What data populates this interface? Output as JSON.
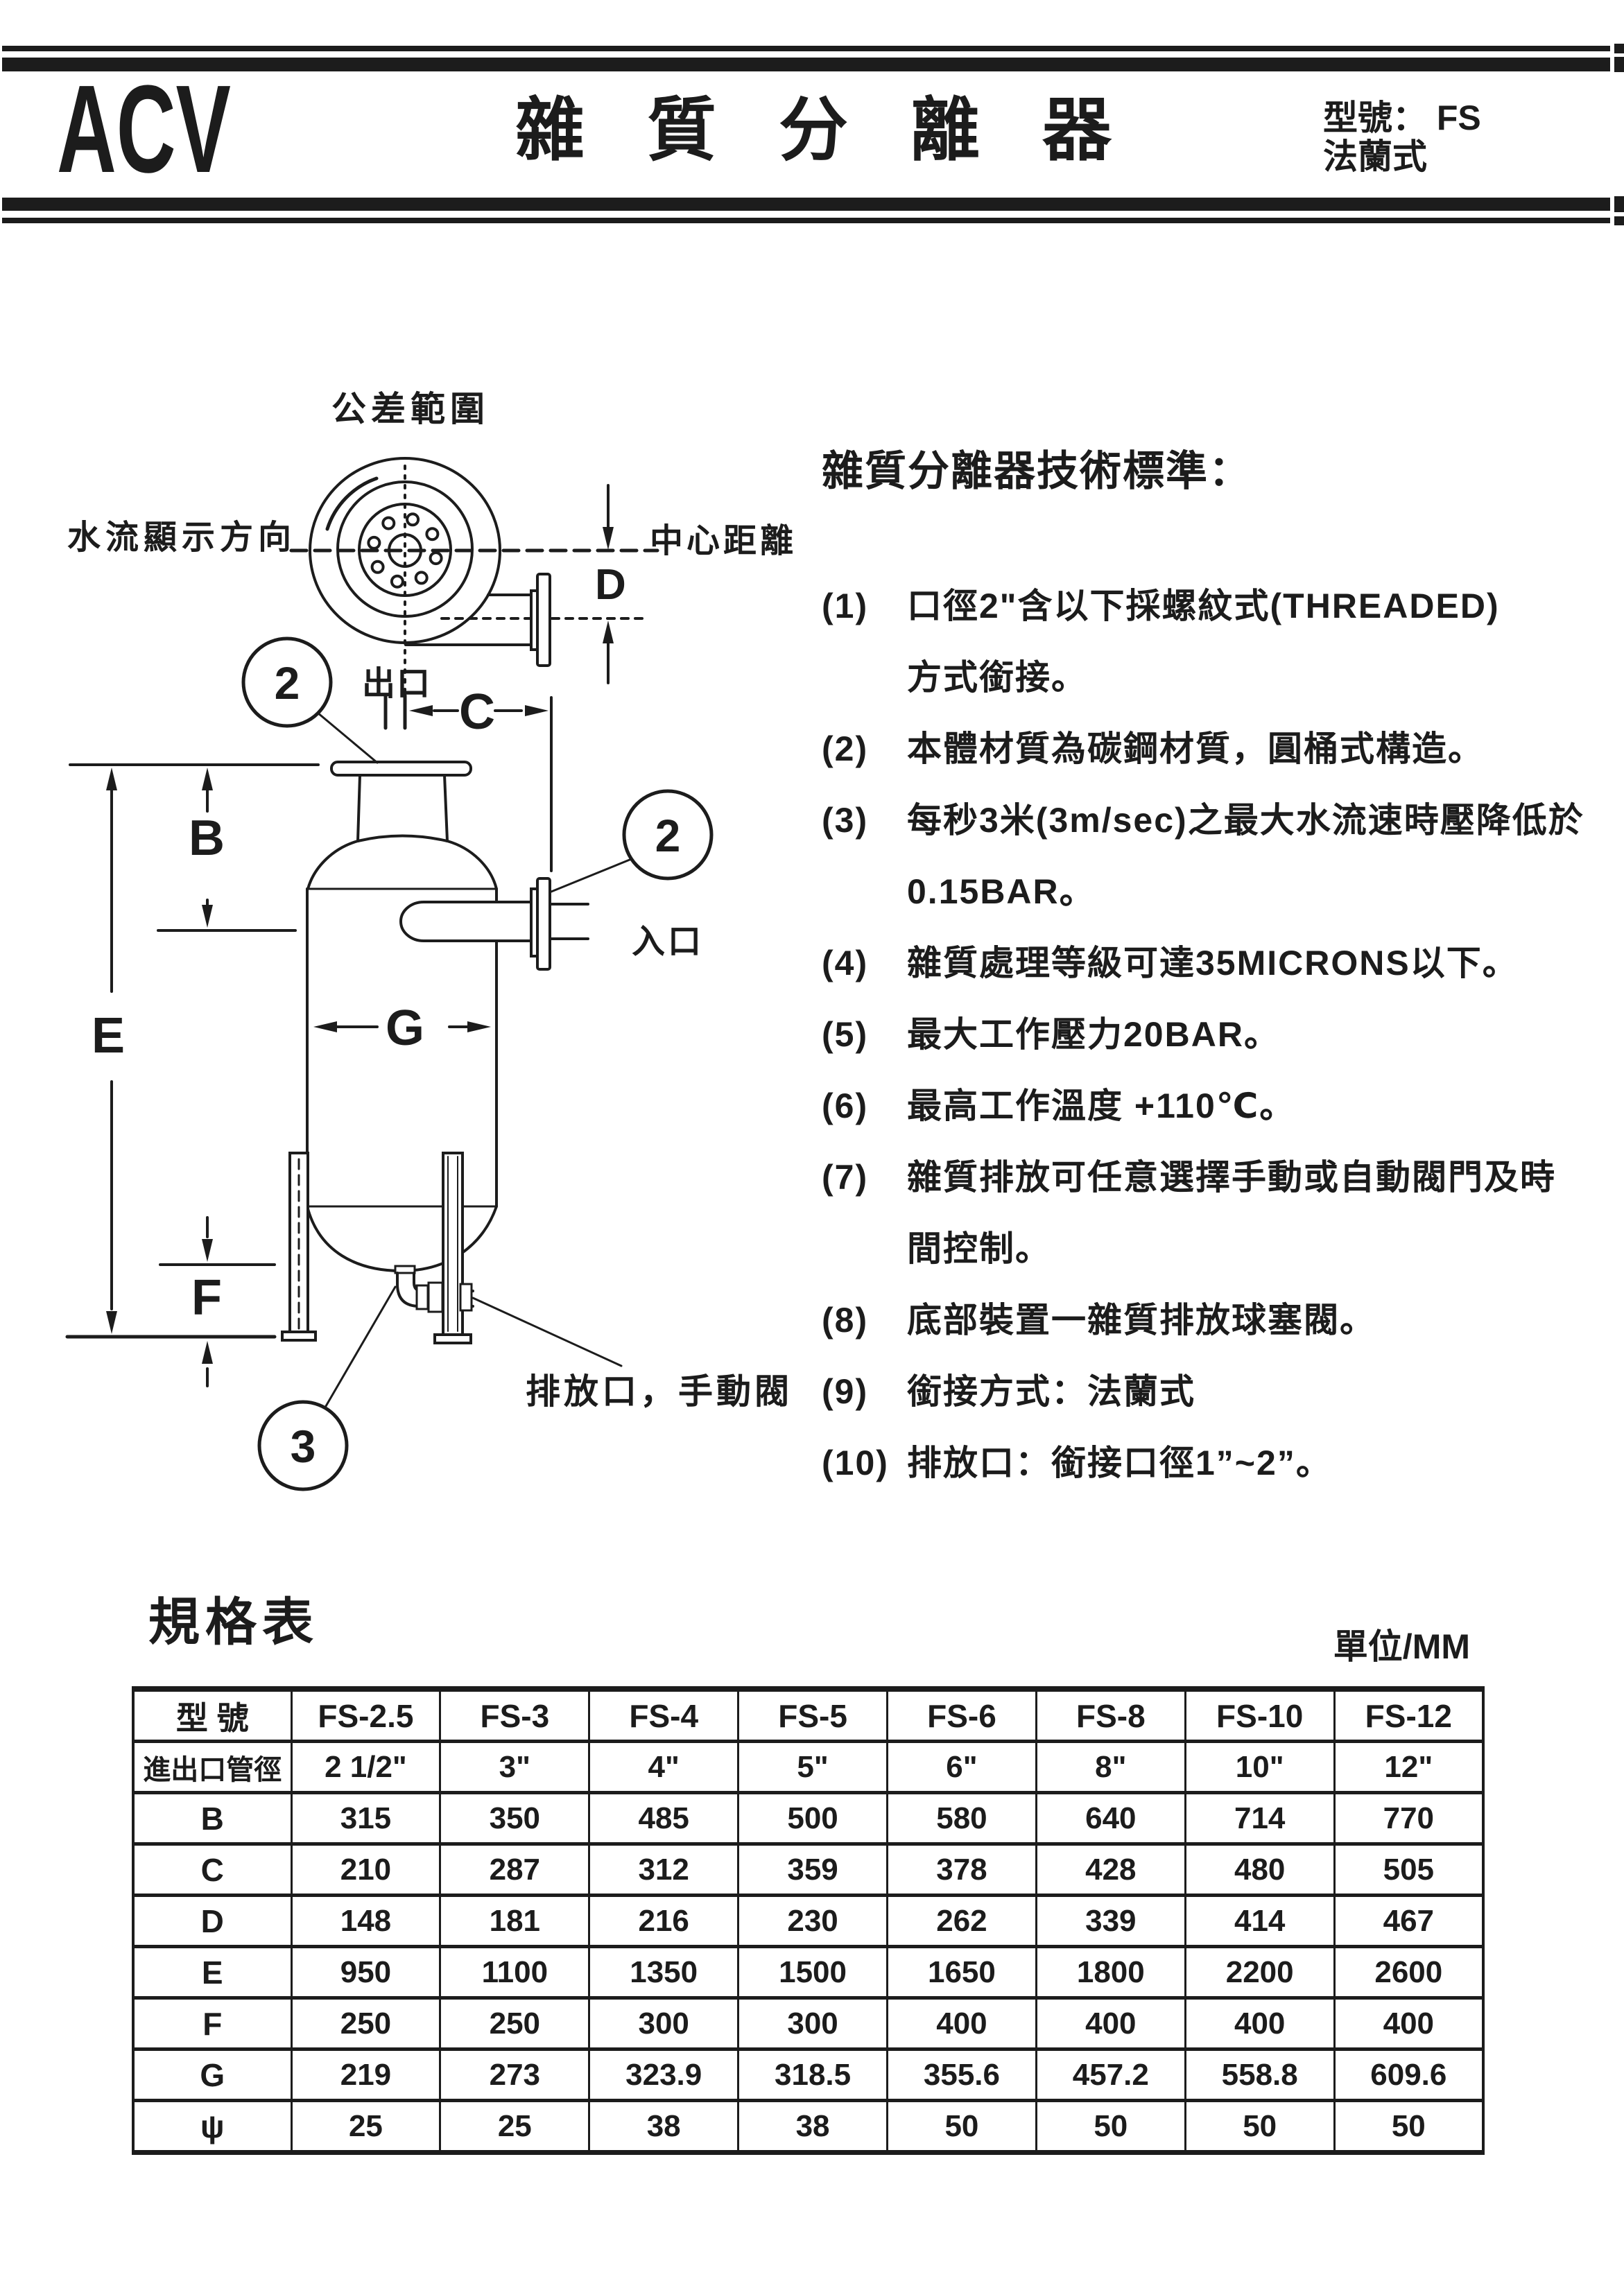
{
  "header": {
    "logo": "ACV",
    "title": "雜質分離器",
    "model_label": "型號： FS",
    "type_label": "法蘭式"
  },
  "diagram": {
    "labels": {
      "tolerance": "公差範圍",
      "flow_direction": "水流顯示方向",
      "center_distance": "中心距離",
      "outlet": "出口",
      "inlet": "入口",
      "drain": "排放口，手動閥",
      "dim_b": "B",
      "dim_c": "C",
      "dim_d": "D",
      "dim_e": "E",
      "dim_f": "F",
      "dim_g": "G",
      "balloon_2": "2",
      "balloon_3": "3"
    }
  },
  "specs": {
    "title": "雜質分離器技術標準：",
    "items": [
      {
        "num": "(1)",
        "lines": [
          "口徑2\"含以下採螺紋式(THREADED)",
          "方式銜接。"
        ]
      },
      {
        "num": "(2)",
        "lines": [
          "本體材質為碳鋼材質，圓桶式構造。"
        ]
      },
      {
        "num": "(3)",
        "lines": [
          "每秒3米(3m/sec)之最大水流速時壓降低於",
          "0.15BAR。"
        ]
      },
      {
        "num": "(4)",
        "lines": [
          "雜質處理等級可達35MICRONS以下。"
        ]
      },
      {
        "num": "(5)",
        "lines": [
          "最大工作壓力20BAR。"
        ]
      },
      {
        "num": "(6)",
        "lines": [
          "最高工作溫度 +110℃。"
        ]
      },
      {
        "num": "(7)",
        "lines": [
          "雜質排放可任意選擇手動或自動閥門及時",
          "間控制。"
        ]
      },
      {
        "num": "(8)",
        "lines": [
          "底部裝置一雜質排放球塞閥。"
        ]
      },
      {
        "num": "(9)",
        "lines": [
          "銜接方式：法蘭式"
        ]
      },
      {
        "num": "(10)",
        "lines": [
          "排放口：銜接口徑1”~2”。"
        ]
      }
    ]
  },
  "spec_table": {
    "title": "規格表",
    "unit": "單位/MM",
    "header_label": "型 號",
    "models": [
      "FS-2.5",
      "FS-3",
      "FS-4",
      "FS-5",
      "FS-6",
      "FS-8",
      "FS-10",
      "FS-12"
    ],
    "rows": [
      {
        "label": "進出口管徑",
        "values": [
          "2 1/2\"",
          "3\"",
          "4\"",
          "5\"",
          "6\"",
          "8\"",
          "10\"",
          "12\""
        ]
      },
      {
        "label": "B",
        "values": [
          "315",
          "350",
          "485",
          "500",
          "580",
          "640",
          "714",
          "770"
        ]
      },
      {
        "label": "C",
        "values": [
          "210",
          "287",
          "312",
          "359",
          "378",
          "428",
          "480",
          "505"
        ]
      },
      {
        "label": "D",
        "values": [
          "148",
          "181",
          "216",
          "230",
          "262",
          "339",
          "414",
          "467"
        ]
      },
      {
        "label": "E",
        "values": [
          "950",
          "1100",
          "1350",
          "1500",
          "1650",
          "1800",
          "2200",
          "2600"
        ]
      },
      {
        "label": "F",
        "values": [
          "250",
          "250",
          "300",
          "300",
          "400",
          "400",
          "400",
          "400"
        ]
      },
      {
        "label": "G",
        "values": [
          "219",
          "273",
          "323.9",
          "318.5",
          "355.6",
          "457.2",
          "558.8",
          "609.6"
        ]
      },
      {
        "label": "ψ",
        "values": [
          "25",
          "25",
          "38",
          "38",
          "50",
          "50",
          "50",
          "50"
        ]
      }
    ]
  }
}
